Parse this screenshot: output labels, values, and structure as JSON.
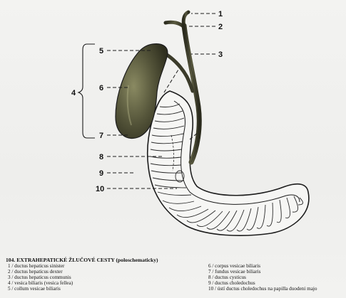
{
  "figure_number": "104.",
  "caption_title": "EXTRAHEPATICKÉ ŽLUČOVÉ CESTY (poloschematicky)",
  "callouts": [
    {
      "num": "1"
    },
    {
      "num": "2"
    },
    {
      "num": "3"
    },
    {
      "num": "4"
    },
    {
      "num": "5"
    },
    {
      "num": "6"
    },
    {
      "num": "7"
    },
    {
      "num": "8"
    },
    {
      "num": "9"
    },
    {
      "num": "10"
    }
  ],
  "legend_left": [
    "1 / ductus hepaticus sinister",
    "2 / ductus hepaticus dexter",
    "3 / ductus hepaticus communis",
    "4 / vesica biliaris (vesica fellea)",
    "5 / collum vesicae biliaris"
  ],
  "legend_right": [
    "6 / corpus vesicae biliaris",
    "7 / fundus vesicae biliaris",
    "8 / ductus cysticus",
    "9 / ductus choledochus",
    "10 / ústí ductus choledochus na papilla duodeni majo"
  ],
  "colors": {
    "gallbladder": "#4a4a2e",
    "gallbladder_highlight": "#8a8a62",
    "duct": "#3b3b2a",
    "line": "#1c1c1c"
  }
}
